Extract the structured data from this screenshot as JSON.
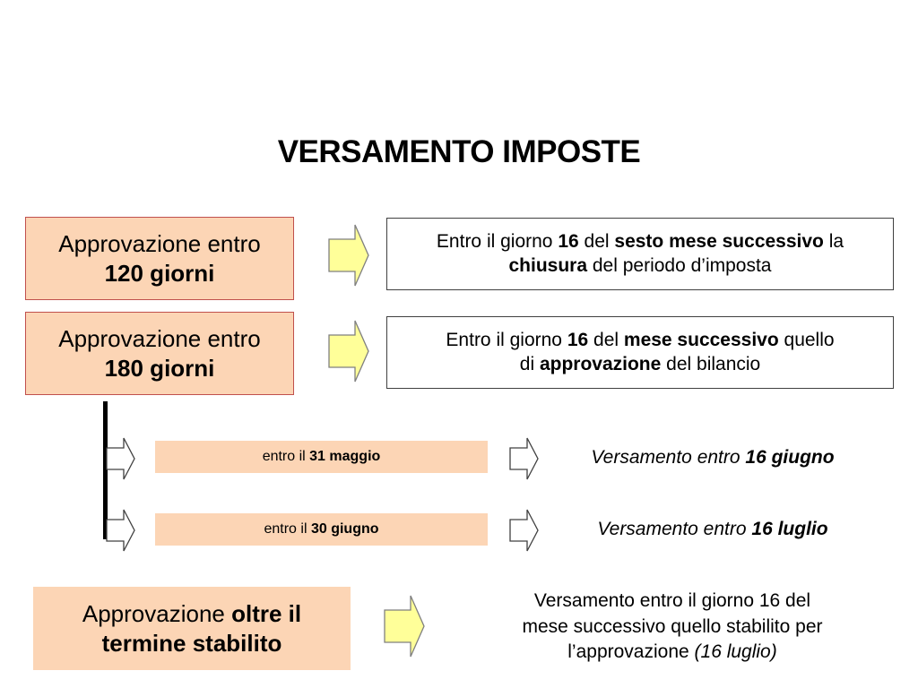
{
  "title": "VERSAMENTO IMPOSTE",
  "colors": {
    "orange_fill": "#fcd5b5",
    "orange_border": "#c0504d",
    "arrow_yellow": "#ffff99",
    "arrow_white": "#ffffff"
  },
  "row120": {
    "box": {
      "line1": "Approvazione entro",
      "line2_bold": "120 giorni"
    },
    "arrow_icon": "right-arrow-yellow-icon",
    "result": {
      "l1_a": "Entro il giorno ",
      "l1_b": "16",
      "l1_c": " del ",
      "l1_d": "sesto mese successivo",
      "l1_e": " la",
      "l2_a": "chiusura",
      "l2_b": " del periodo d’imposta"
    }
  },
  "row180": {
    "box": {
      "line1": "Approvazione entro",
      "line2_bold": "180 giorni"
    },
    "arrow_icon": "right-arrow-yellow-icon",
    "result": {
      "l1_a": "Entro il giorno ",
      "l1_b": "16",
      "l1_c": " del ",
      "l1_d": "mese successivo",
      "l1_e": " quello",
      "l2_a": "di ",
      "l2_b": "approvazione",
      "l2_c": " del bilancio"
    }
  },
  "sub_may": {
    "label_a": "entro il ",
    "label_b": "31 maggio",
    "result_a": "Versamento entro ",
    "result_b": "16 giugno"
  },
  "sub_june": {
    "label_a": "entro il ",
    "label_b": "30 giugno",
    "result_a": "Versamento entro ",
    "result_b": "16 luglio"
  },
  "row_beyond": {
    "box": {
      "a": "Approvazione ",
      "b": "oltre il",
      "c": "termine stabilito"
    },
    "arrow_icon": "right-arrow-yellow-icon",
    "result": {
      "l1": "Versamento entro il giorno 16 del",
      "l2": "mese successivo quello stabilito per",
      "l3_a": "l’approvazione ",
      "l3_b": "(16 luglio)"
    }
  }
}
